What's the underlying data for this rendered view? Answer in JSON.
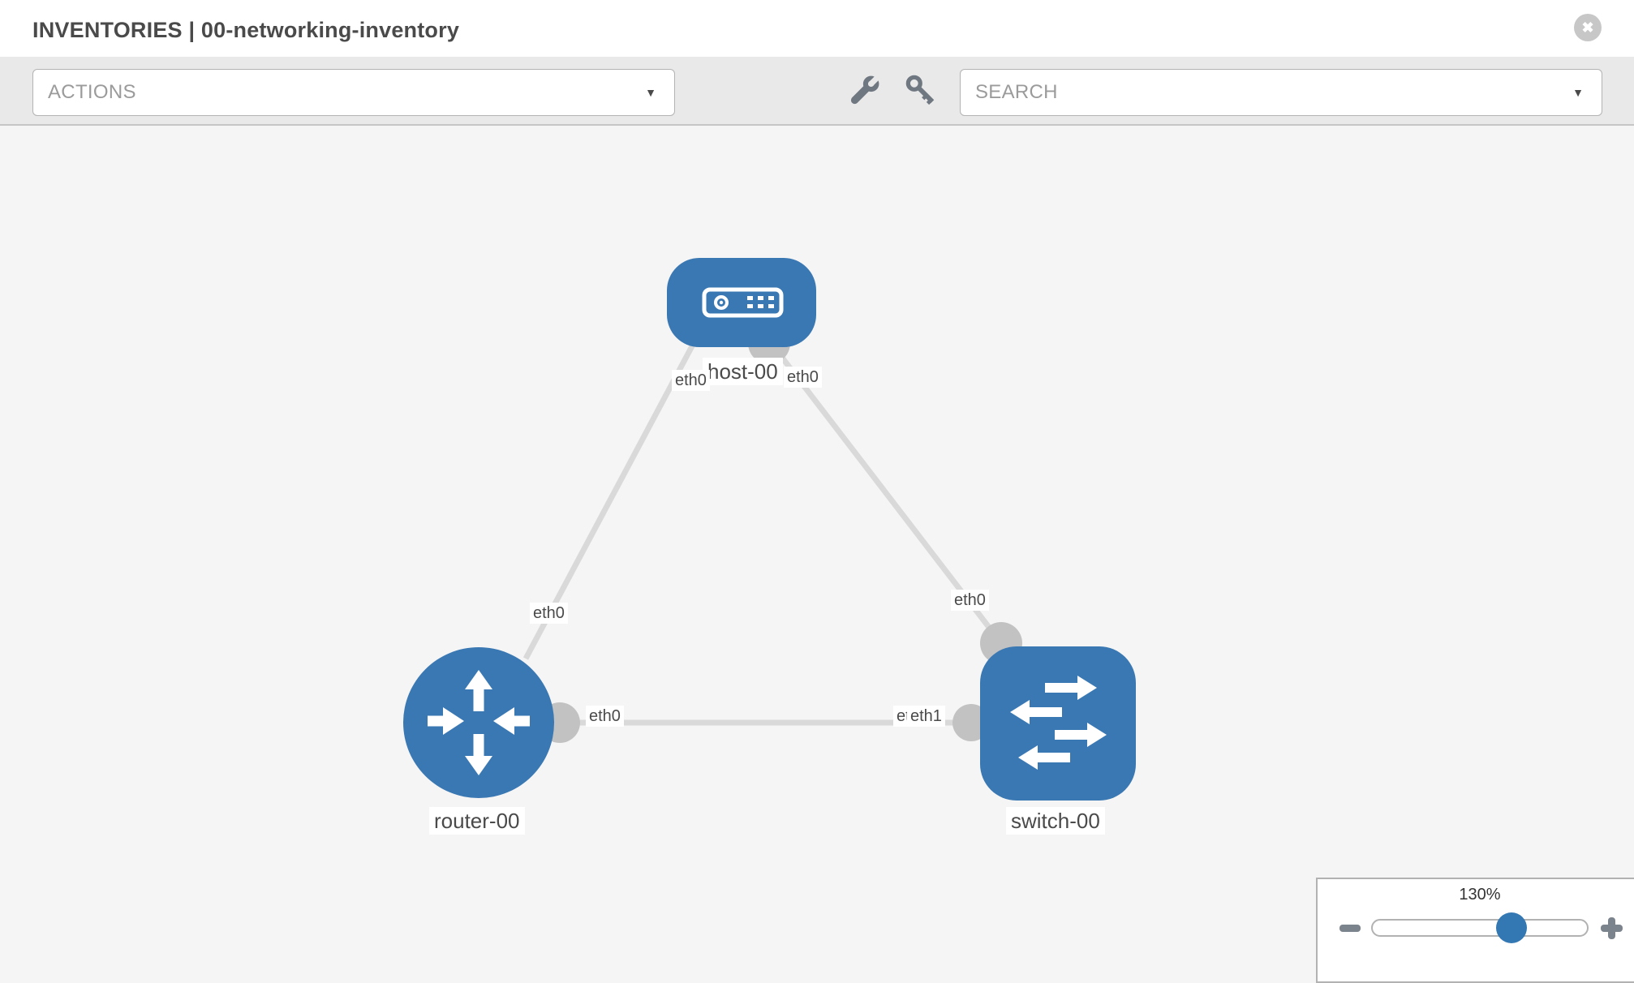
{
  "header": {
    "title": "INVENTORIES | 00-networking-inventory",
    "close_icon": "✖"
  },
  "toolbar": {
    "actions_label": "ACTIONS",
    "search_label": "SEARCH",
    "dropdown_caret": "▼"
  },
  "topology": {
    "nodes": [
      {
        "id": "host-00",
        "type": "host",
        "label": "host-00"
      },
      {
        "id": "router-00",
        "type": "router",
        "label": "router-00"
      },
      {
        "id": "switch-00",
        "type": "switch",
        "label": "switch-00"
      }
    ],
    "links": [
      {
        "source": "host-00",
        "source_iface": "eth0",
        "target": "router-00",
        "target_iface": "eth0"
      },
      {
        "source": "host-00",
        "source_iface": "eth0",
        "target": "switch-00",
        "target_iface": "eth0"
      },
      {
        "source": "router-00",
        "source_iface": "eth0",
        "target": "switch-00",
        "target_iface": "eth1"
      }
    ],
    "iface_labels": {
      "host_left": "eth0",
      "host_right": "eth0",
      "host_router_mid": "eth0",
      "host_switch_mid": "eth0",
      "router_right": "eth0",
      "switch_left_back": "eth0",
      "switch_left_front": "eth1"
    }
  },
  "zoom_control": {
    "level": "130%"
  },
  "colors": {
    "node_blue": "#3a78b3",
    "thumb_blue": "#3377b3",
    "link_gray": "#d9d9d9",
    "connector_gray": "#c2c2c2",
    "icon_gray": "#6f7780",
    "label_text": "#4a4a4a"
  }
}
